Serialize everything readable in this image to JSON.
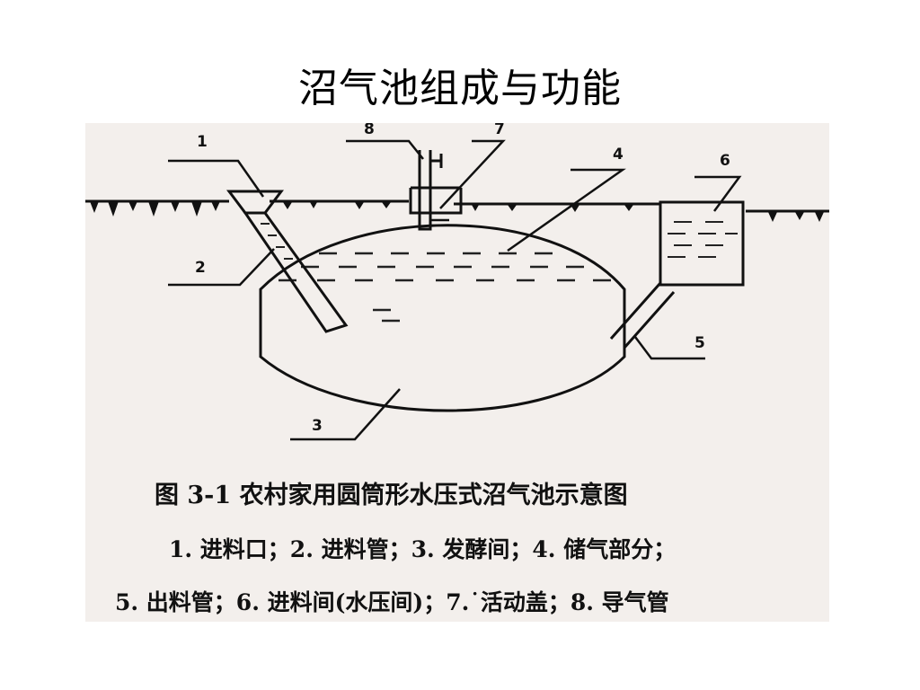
{
  "slide": {
    "title": "沼气池组成与功能"
  },
  "figure": {
    "caption": "图 3-1    农村家用圆筒形水压式沼气池示意图",
    "legend_line1": "1. 进料口；2. 进料管；3. 发酵间；4. 储气部分；",
    "legend_line2": "5. 出料管；6. 进料间(水压间)；7.˙活动盖；8.  导气管",
    "labels": [
      "1",
      "2",
      "3",
      "4",
      "5",
      "6",
      "7",
      "8"
    ]
  }
}
